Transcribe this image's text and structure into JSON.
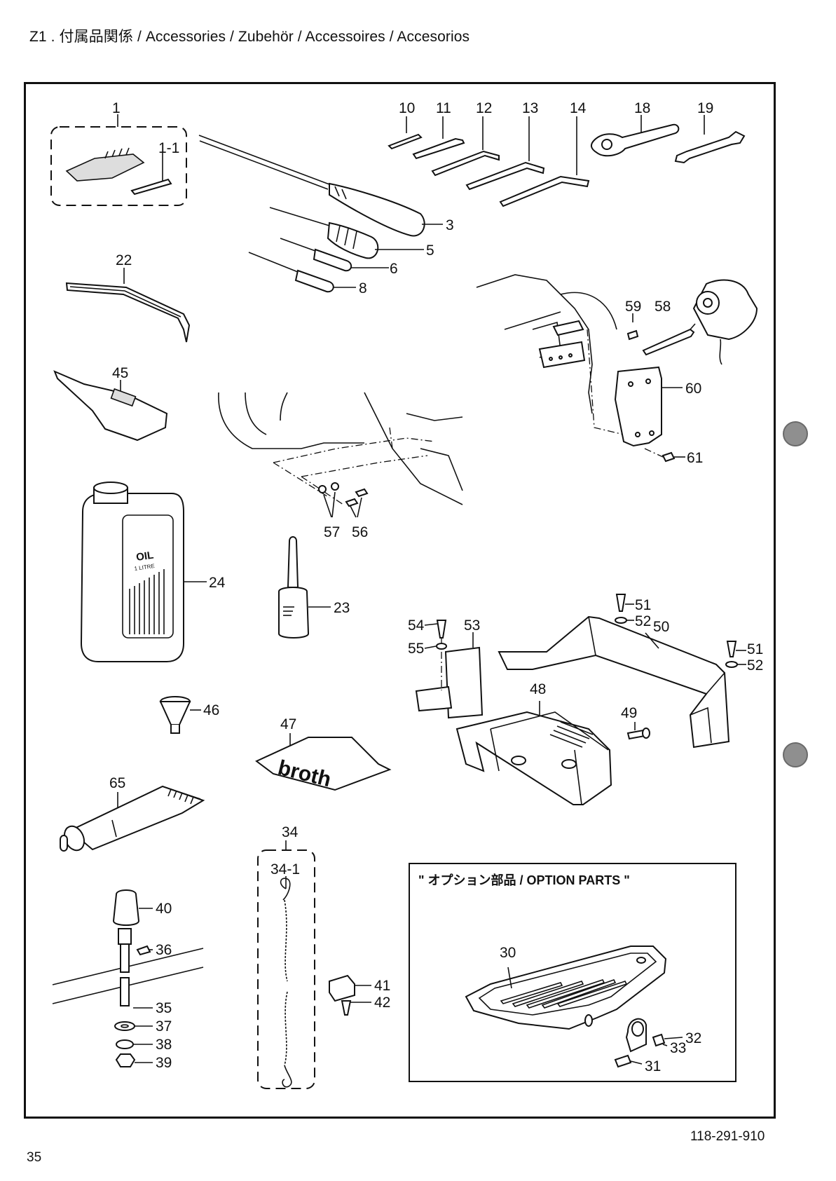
{
  "header": {
    "title": "Z1 . 付属品関係 / Accessories / Zubehör / Accessoires / Accesorios"
  },
  "option_box": {
    "title": "\" オプション部品 / OPTION PARTS \""
  },
  "footer": {
    "doc_number": "118-291-910",
    "page_number": "35"
  },
  "callouts": {
    "c1": "1",
    "c1_1": "1-1",
    "c3": "3",
    "c5": "5",
    "c6": "6",
    "c8": "8",
    "c10": "10",
    "c11": "11",
    "c12": "12",
    "c13": "13",
    "c14": "14",
    "c18": "18",
    "c19": "19",
    "c22": "22",
    "c23": "23",
    "c24": "24",
    "c30": "30",
    "c31": "31",
    "c32": "32",
    "c33": "33",
    "c34": "34",
    "c34_1": "34-1",
    "c35": "35",
    "c36": "36",
    "c37": "37",
    "c38": "38",
    "c39": "39",
    "c40": "40",
    "c41": "41",
    "c42": "42",
    "c45": "45",
    "c46": "46",
    "c47": "47",
    "c48": "48",
    "c49": "49",
    "c50": "50",
    "c51a": "51",
    "c51b": "51",
    "c52a": "52",
    "c52b": "52",
    "c53": "53",
    "c54": "54",
    "c55": "55",
    "c56": "56",
    "c57": "57",
    "c58": "58",
    "c59": "59",
    "c60": "60",
    "c61": "61",
    "c65": "65"
  },
  "part_text": {
    "oil_can_label": "OIL",
    "oil_can_sublabel": "1 LITRE",
    "cover_brand": "broth"
  },
  "colors": {
    "binder_hole": "#8f8f8f",
    "line": "#111111"
  }
}
